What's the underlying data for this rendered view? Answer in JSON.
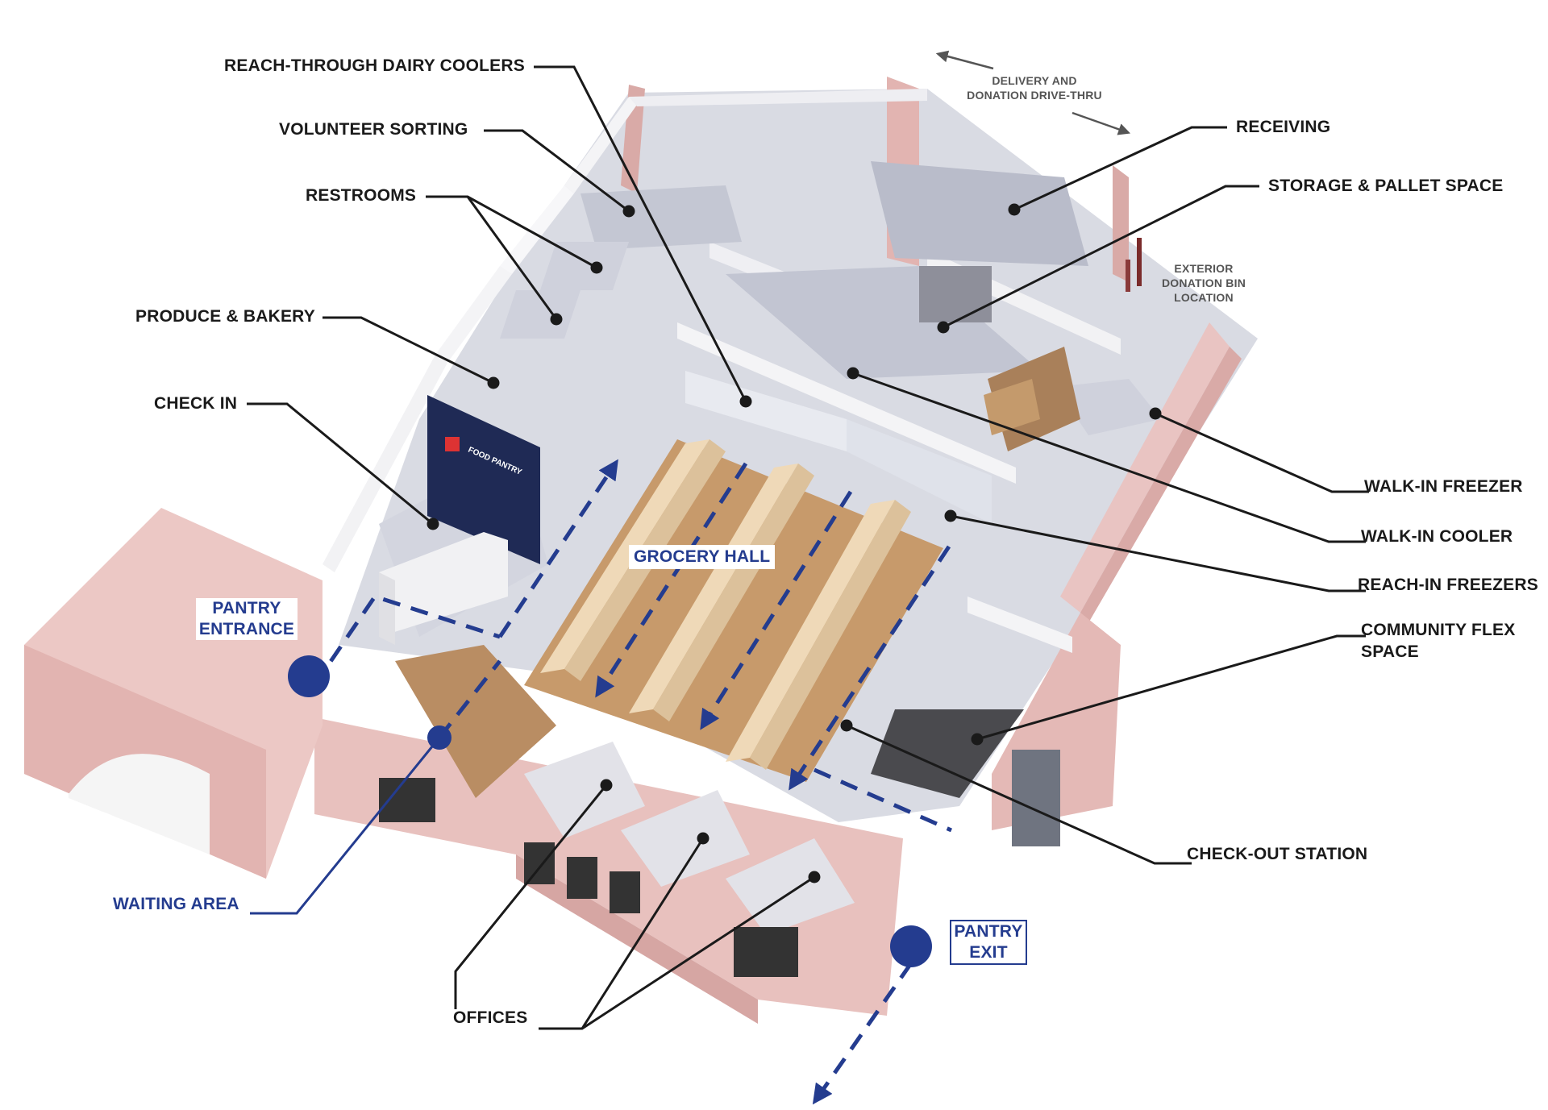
{
  "labels": {
    "reach_through_dairy_coolers": "REACH-THROUGH DAIRY COOLERS",
    "volunteer_sorting": "VOLUNTEER SORTING",
    "restrooms": "RESTROOMS",
    "produce_bakery": "PRODUCE & BAKERY",
    "check_in": "CHECK IN",
    "receiving": "RECEIVING",
    "storage_pallet_space": "STORAGE & PALLET SPACE",
    "walk_in_freezer": "WALK-IN FREEZER",
    "walk_in_cooler": "WALK-IN COOLER",
    "reach_in_freezers": "REACH-IN FREEZERS",
    "community_flex_space_line1": "COMMUNITY FLEX",
    "community_flex_space_line2": "SPACE",
    "check_out_station": "CHECK-OUT STATION",
    "offices": "OFFICES",
    "waiting_area": "WAITING AREA",
    "grocery_hall": "GROCERY HALL",
    "pantry_entrance_line1": "PANTRY",
    "pantry_entrance_line2": "ENTRANCE",
    "pantry_exit_line1": "PANTRY",
    "pantry_exit_line2": "EXIT",
    "delivery_line1": "DELIVERY AND",
    "delivery_line2": "DONATION DRIVE-THRU",
    "donation_bin_line1": "EXTERIOR",
    "donation_bin_line2": "DONATION BIN",
    "donation_bin_line3": "LOCATION",
    "sign_text": "FOOD PANTRY"
  },
  "colors": {
    "accent_blue": "#243c8f",
    "exterior_wall": "#e9c4c2",
    "floor_grey": "#c9cbd6",
    "wood_floor": "#c79a6b",
    "shelf": "#efd9b8"
  }
}
